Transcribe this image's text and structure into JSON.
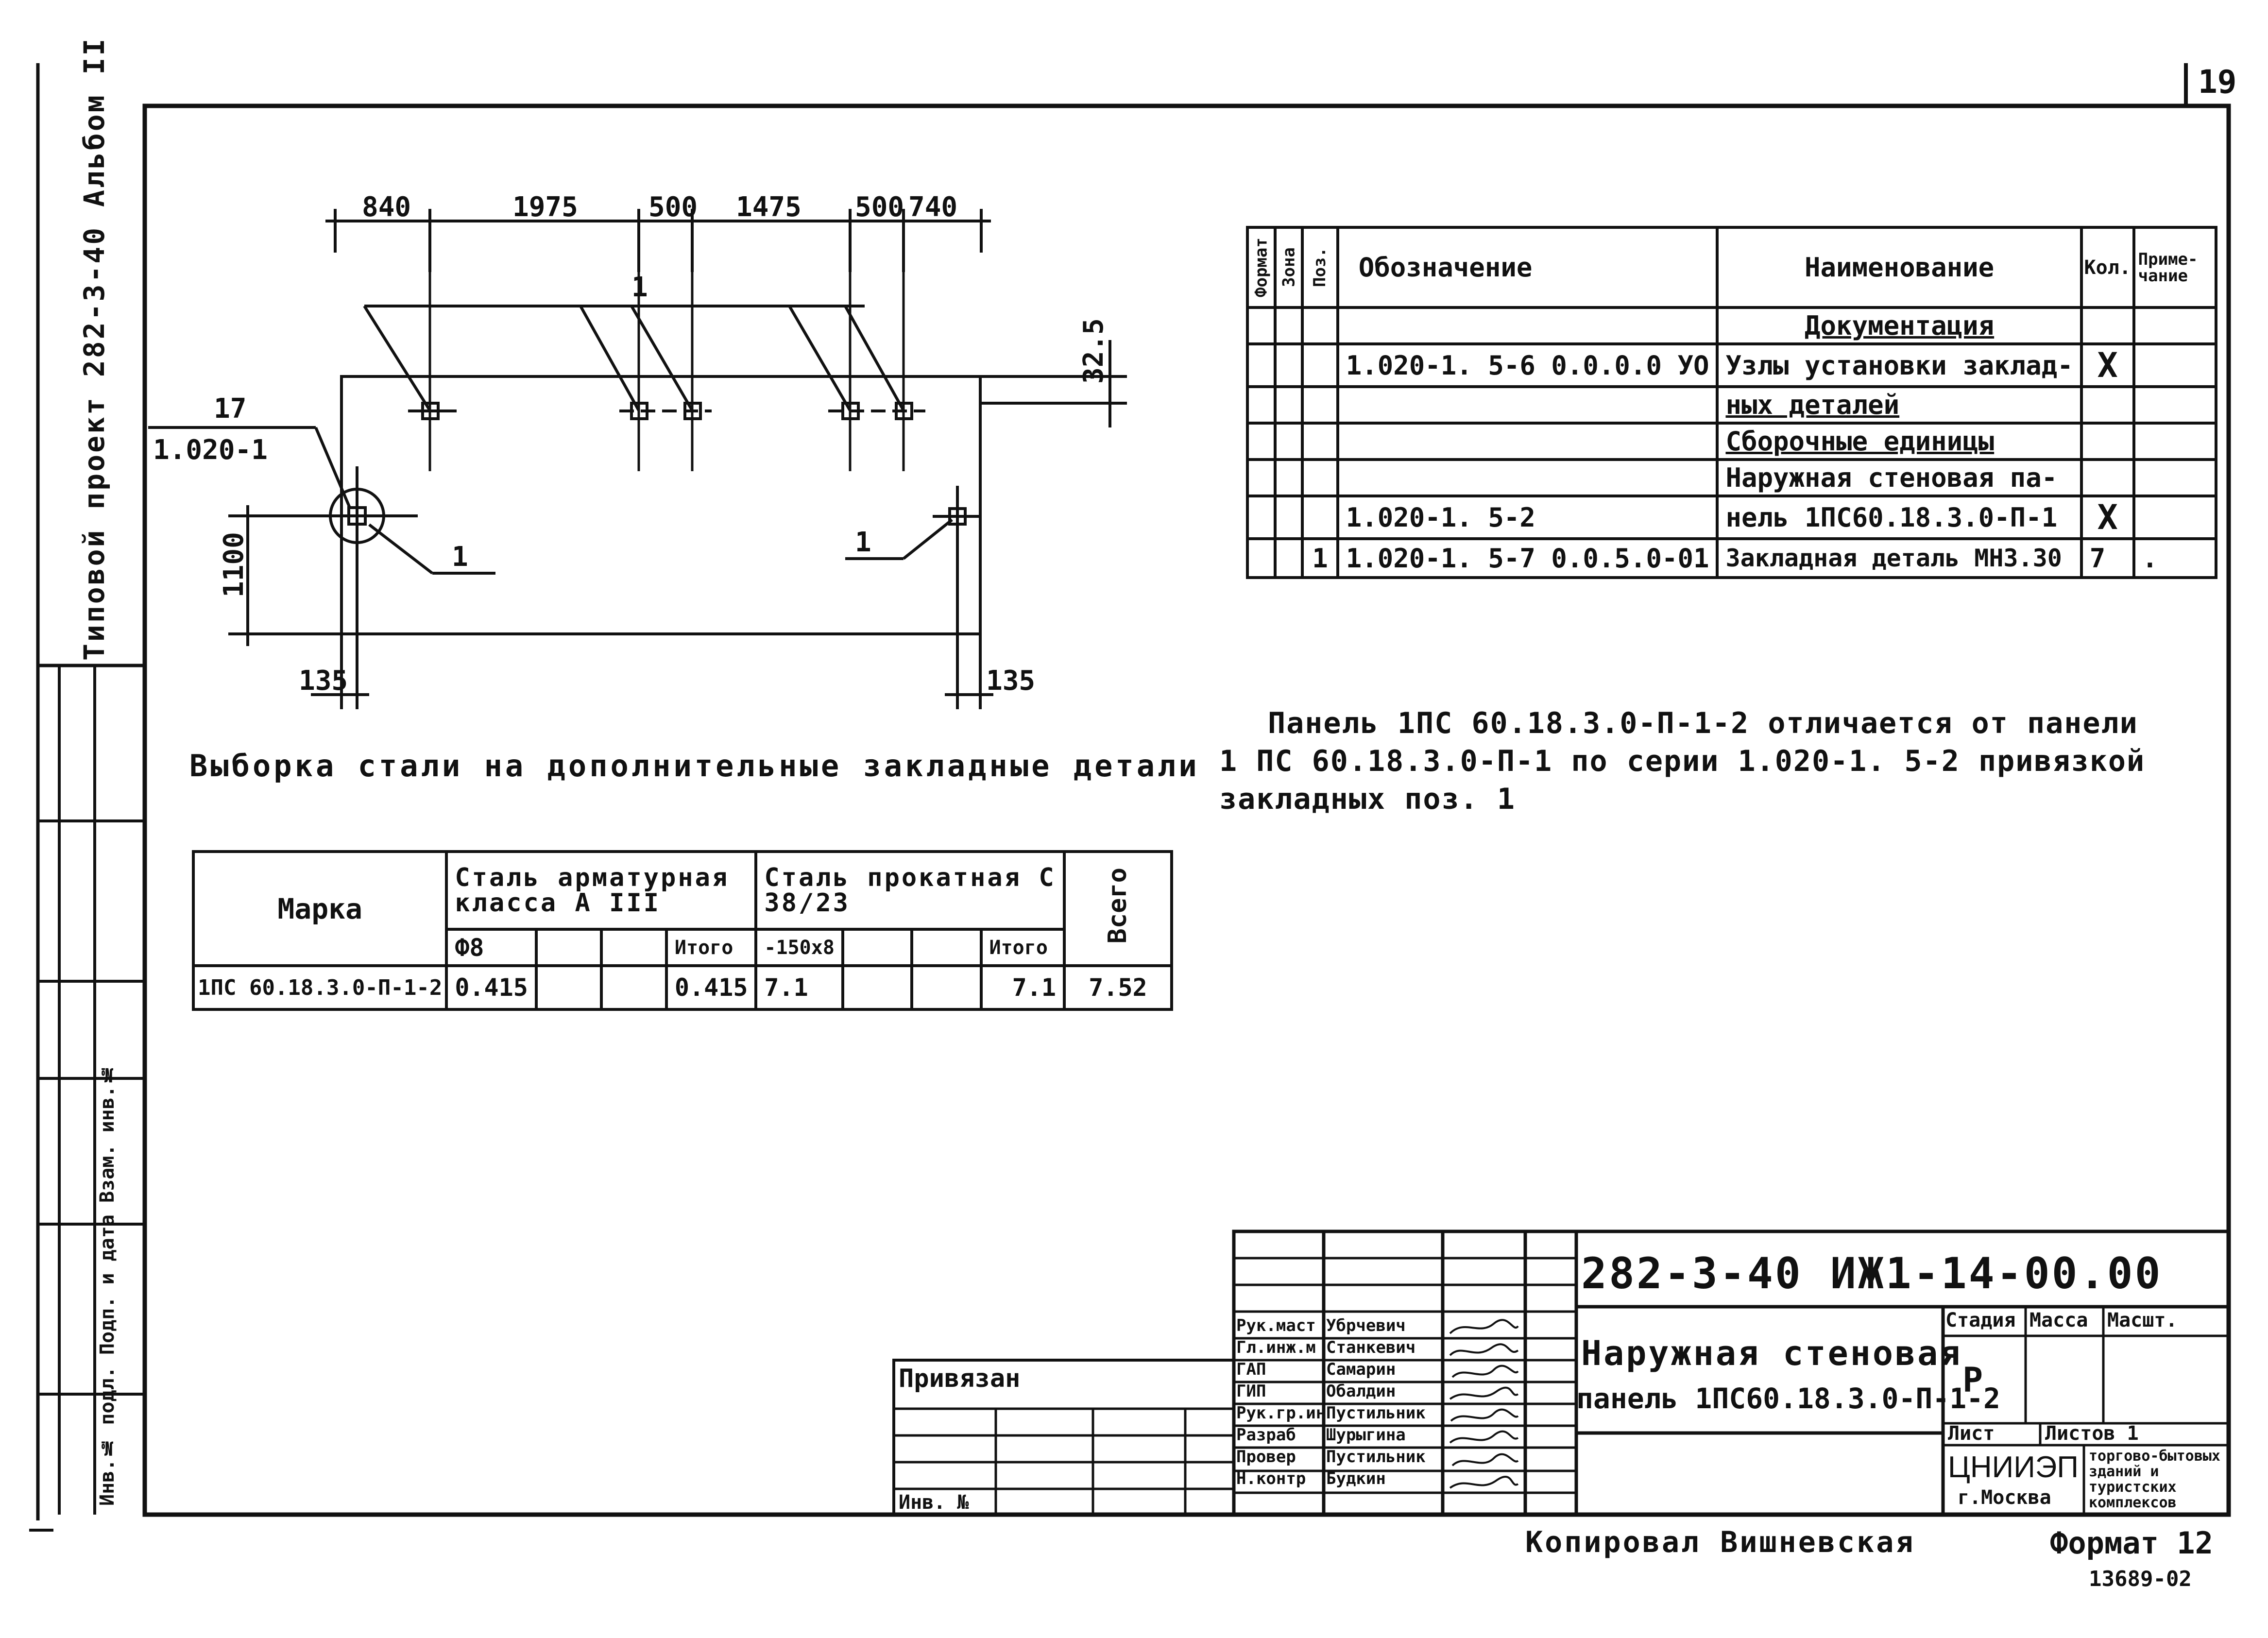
{
  "sheet": {
    "number": "19",
    "project_label": "Типовой проект 282-3-40 Альбом II",
    "side_stamp": "Инв.№ подл. Подп. и дата Взам. инв.№",
    "copied_by": "Копировал Вишневская",
    "format": "Формат 12",
    "footer_number": "13689-02"
  },
  "drawing": {
    "dims_top": [
      "840",
      "1975",
      "500",
      "1475",
      "500",
      "740"
    ],
    "dim_right": "32.5",
    "dim_left": "1100",
    "dim_bottom_left": "135",
    "dim_bottom_right": "135",
    "callout_top": "1",
    "callout_left_top": "17",
    "callout_left_bottom": "1.020-1",
    "callout_left_pos": "1",
    "callout_right_pos": "1"
  },
  "spec": {
    "headers": [
      "Формат",
      "Зона",
      "Поз.",
      "Обозначение",
      "Наименование",
      "Кол.",
      "Приме-чание"
    ],
    "rows": [
      {
        "pos": "",
        "designation": "",
        "name": "Документация",
        "qty": "",
        "note": "",
        "name_style": "section"
      },
      {
        "pos": "",
        "designation": "1.020-1. 5-6 0.0.0.0 УО",
        "name": "Узлы установки заклад-",
        "qty": "X",
        "note": "",
        "name_style": "plain"
      },
      {
        "pos": "",
        "designation": "",
        "name": "ных деталей",
        "qty": "",
        "note": "",
        "name_style": "plain"
      },
      {
        "pos": "",
        "designation": "",
        "name": "Сборочные единицы",
        "qty": "",
        "note": "",
        "name_style": "section"
      },
      {
        "pos": "",
        "designation": "",
        "name": "Наружная стеновая па-",
        "qty": "",
        "note": "",
        "name_style": "plain"
      },
      {
        "pos": "",
        "designation": "1.020-1. 5-2",
        "name": "нель 1ПС60.18.3.0-П-1",
        "qty": "X",
        "note": "",
        "name_style": "plain"
      },
      {
        "pos": "1",
        "designation": "1.020-1. 5-7 0.0.5.0-01",
        "name": "Закладная деталь МН3.30",
        "qty": "7",
        "note": ".",
        "name_style": "plain"
      }
    ]
  },
  "note_text": {
    "line1": "Панель 1ПС 60.18.3.0-П-1-2 отличается от панели",
    "line2": "1 ПС 60.18.3.0-П-1 по серии 1.020-1. 5-2 привязкой",
    "line3": "закладных поз. 1"
  },
  "steel": {
    "caption": "Выборка стали на дополнительные закладные детали",
    "col_mark": "Марка",
    "col_group1": "Сталь арматурная класса А III",
    "col_group2": "Сталь прокатная С 38/23",
    "col_total": "Всего",
    "sub1": [
      "Ф8",
      "",
      "",
      "Итого"
    ],
    "sub2": [
      "-150x8",
      "",
      "",
      "Итого"
    ],
    "row": {
      "mark": "1ПС 60.18.3.0-П-1-2",
      "g1": [
        "0.415",
        "",
        "",
        "0.415"
      ],
      "g2": [
        "7.1",
        "",
        "",
        "7.1"
      ],
      "total": "7.52"
    }
  },
  "title_block": {
    "code": "282-3-40 ИЖ1-14-00.00",
    "title_line1": "Наружная стеновая",
    "title_line2": "панель 1ПС60.18.3.0-П-1-2",
    "stage_header": "Стадия",
    "mass_header": "Масса",
    "scale_header": "Масшт.",
    "stage_value": "Р",
    "sheet_label": "Лист",
    "sheets_label": "Листов 1",
    "org": "ЦНИИЭП",
    "city": "г.Москва",
    "org_note": "торгово-бытовых зданий и туристских комплексов",
    "bound_label": "Привязан",
    "inv_label": "Инв. №",
    "signatures": [
      {
        "role": "Рук.маст",
        "name": "Убрчевич"
      },
      {
        "role": "Гл.инж.м",
        "name": "Станкевич"
      },
      {
        "role": "ГАП",
        "name": "Самарин"
      },
      {
        "role": "ГИП",
        "name": "Обалдин"
      },
      {
        "role": "Рук.гр.ин",
        "name": "Пустильник"
      },
      {
        "role": "Разраб",
        "name": "Шурыгина"
      },
      {
        "role": "Провер",
        "name": "Пустильник"
      },
      {
        "role": "Н.контр",
        "name": "Будкин"
      }
    ]
  }
}
